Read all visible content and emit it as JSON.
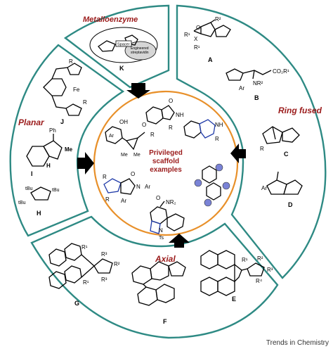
{
  "colors": {
    "ring": "#2e8a84",
    "center_ring": "#e8902a",
    "section_label": "#9b1b1b",
    "blue_atoms": "#1f3aa8",
    "sphere": "#7a83d6"
  },
  "sections": {
    "metalloenzyme": "Metalloenzyme",
    "ring_fused": "Ring fused",
    "planar": "Planar",
    "axial": "Axial"
  },
  "center": {
    "line1": "Privileged",
    "line2": "scaffold",
    "line3": "examples"
  },
  "compound_labels": [
    "A",
    "B",
    "C",
    "D",
    "E",
    "F",
    "G",
    "H",
    "I",
    "J",
    "K"
  ],
  "chem_text": {
    "k_spacer": "Spacer",
    "k_engineered": "Engineered",
    "k_streptavidin": "streptavidin",
    "a_r1a": "R¹",
    "a_r1b": "R¹",
    "a_r2": "R²",
    "a_o": "O",
    "a_x": "X",
    "b_co2r1": "CO₂R¹",
    "b_nr2": "NR²",
    "b_ar": "Ar",
    "c_r": "R",
    "d_ar": "Ar",
    "j_fe": "Fe",
    "j_r1": "R",
    "j_r2": "R",
    "i_ph": "Ph",
    "i_me": "Me",
    "i_h": "H",
    "h_tbu1": "tBu",
    "h_tbu2": "tBu",
    "h_tbu3": "tBu",
    "g_r1a": "R¹",
    "g_r1b": "R¹",
    "g_r2": "R²",
    "g_r3a": "R³",
    "g_r3b": "R³",
    "e_r1": "R¹",
    "e_r2": "R²",
    "e_r3": "R³",
    "e_r4": "R⁴",
    "m_oh": "OH",
    "m_ar": "Ar",
    "m_me1": "Me",
    "m_me2": "Me",
    "m_r": "R",
    "m_o": "O",
    "m_nh1": "NH",
    "m_r1": "R",
    "m_nh2": "NH",
    "m_r2": "R",
    "m_o2": "O",
    "m_n": "N",
    "m_ar2": "Ar",
    "m_ar3": "Ar",
    "m_r3": "R",
    "m_r4": "R",
    "m_nr2": "NR₂",
    "m_o3": "O",
    "m_n2": "N",
    "m_ts": "Ts"
  },
  "footer": "Trends in Chemistry"
}
